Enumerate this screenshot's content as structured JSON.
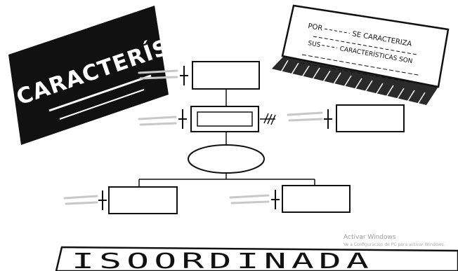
{
  "banner_left": {
    "text": "CARACTERÍSTICAS"
  },
  "card_right": {
    "line1_prefix": "POR",
    "line1_suffix": "SE CARACTERIZA",
    "line2_prefix": "SUS",
    "line2_suffix": "CARACTERÍSTICAS SON"
  },
  "bottom_banner": {
    "text": "ISOORDINADA"
  },
  "watermark": {
    "title": "Activar Windows",
    "subtitle": "Ve a Configuración de PC para activar Windows."
  },
  "colors": {
    "ink": "#111111",
    "paper": "#ffffff",
    "placeholder_lines": "#c8c8c8",
    "card_shadow": "#2a2a2a"
  }
}
